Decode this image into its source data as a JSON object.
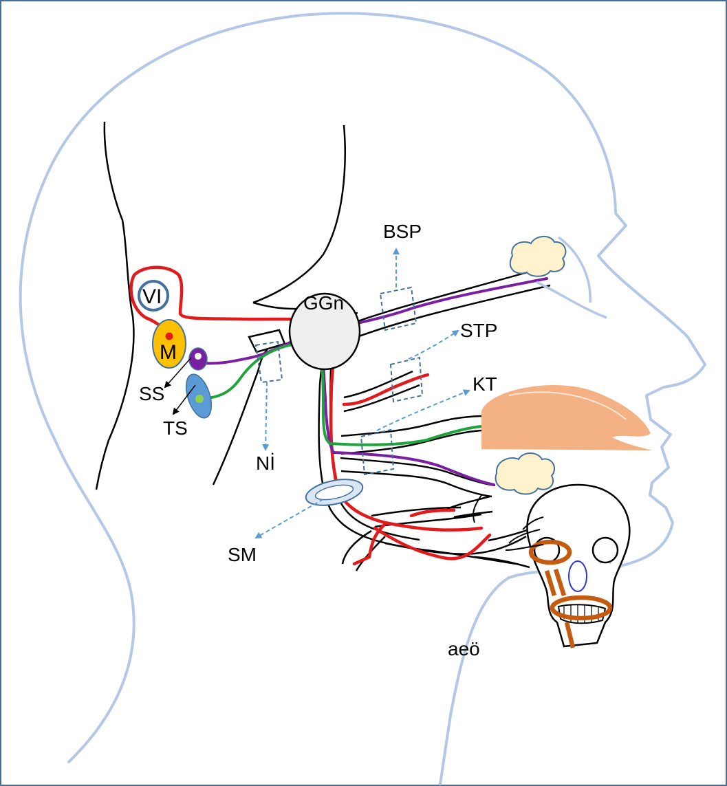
{
  "labels": {
    "vi": "VI",
    "m": "M",
    "ggn": "GGn",
    "ss": "SS",
    "ts": "TS",
    "ni": "Nİ",
    "sm": "SM",
    "bsp": "BSP",
    "stp": "STP",
    "kt": "KT",
    "aeo": "aeö"
  },
  "colors": {
    "head_outline": "#b4c7e7",
    "frame": "#41719c",
    "red_fiber": "#e31a1c",
    "purple_fiber": "#7b1fa2",
    "green_fiber": "#1fa33a",
    "nucleus_m": "#ffc000",
    "nucleus_ts": "#5b9bd5",
    "ganglion": "#efefef",
    "tongue": "#f4b183",
    "gland": "#fff2cc",
    "muscle": "#c55a11",
    "dashed_arrow": "#5b9bd5"
  }
}
